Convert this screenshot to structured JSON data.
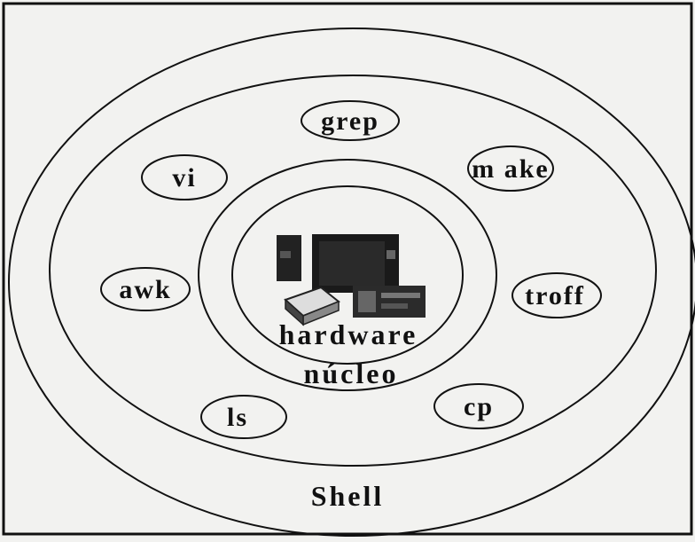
{
  "diagram": {
    "layers": {
      "hardware": "hardware",
      "kernel": "núcleo",
      "shell": "Shell"
    },
    "commands": [
      {
        "id": "grep",
        "label": "grep"
      },
      {
        "id": "vi",
        "label": "vi"
      },
      {
        "id": "make",
        "label": "m ake"
      },
      {
        "id": "awk",
        "label": "awk"
      },
      {
        "id": "troff",
        "label": "troff"
      },
      {
        "id": "ls",
        "label": "ls"
      },
      {
        "id": "cp",
        "label": "cp"
      }
    ],
    "hardware_image": "computer-hardware-icon"
  }
}
